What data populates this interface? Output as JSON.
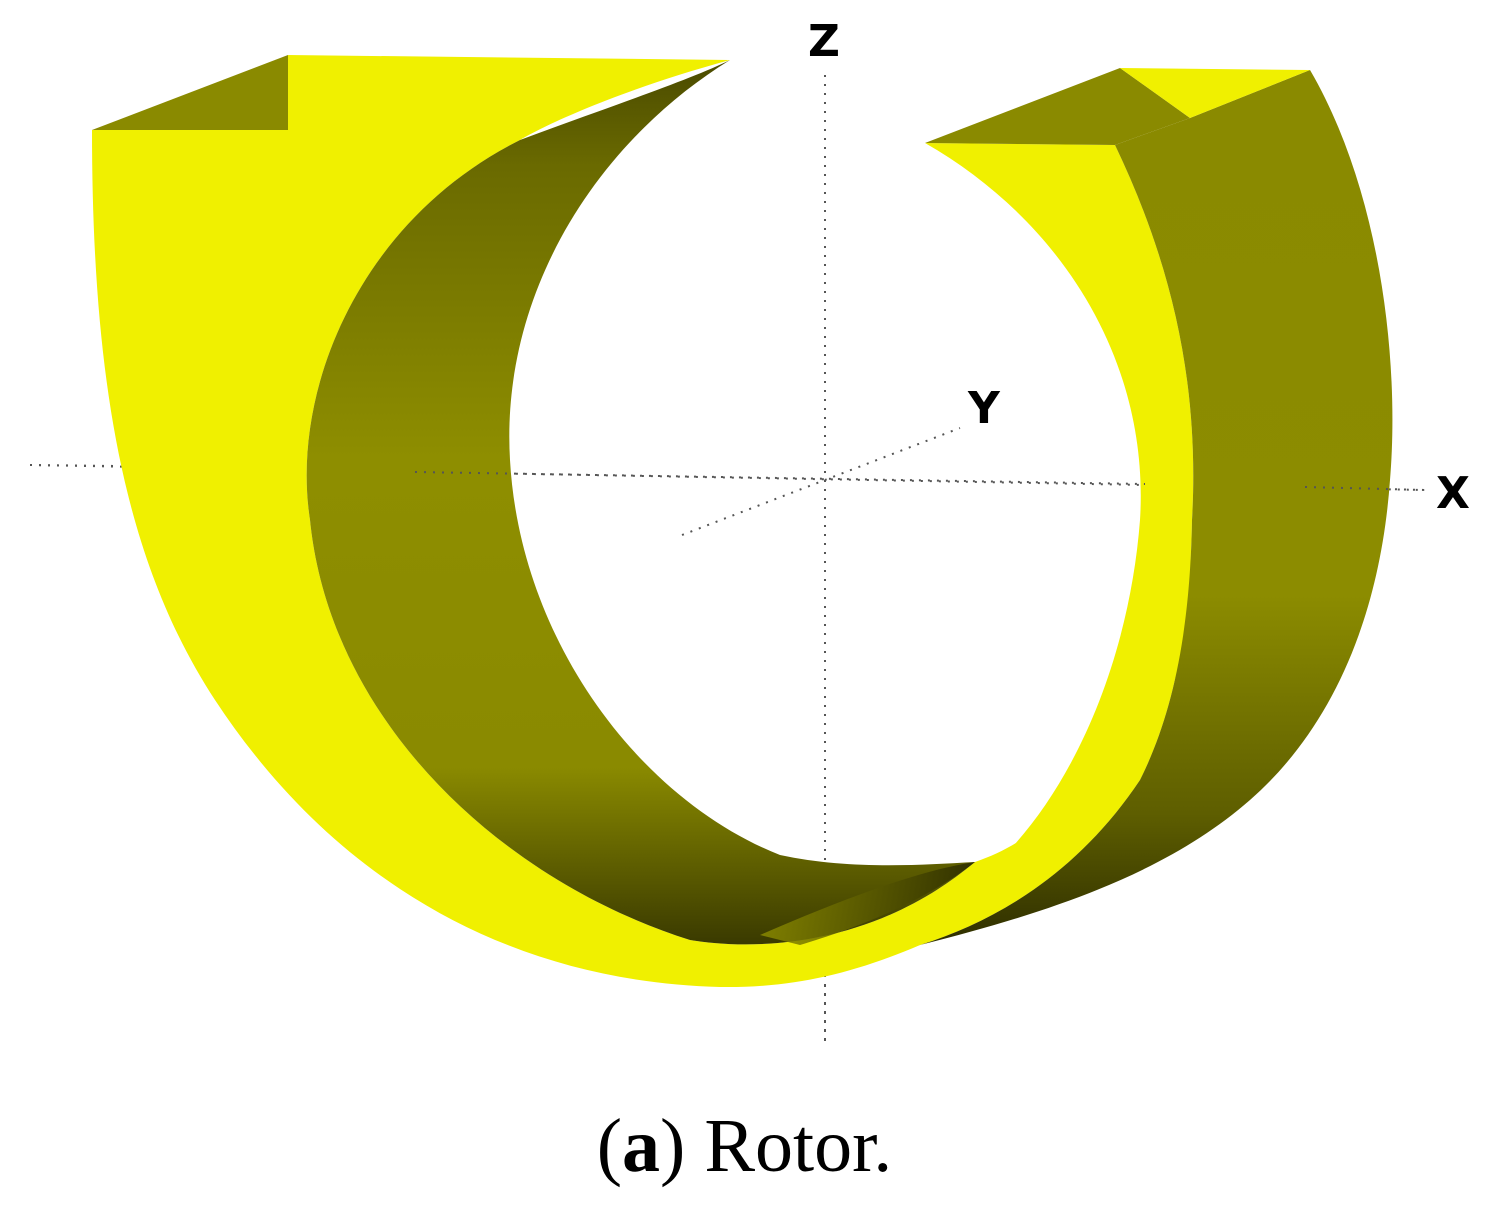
{
  "figure": {
    "axes": {
      "x_label": "X",
      "y_label": "Y",
      "z_label": "Z"
    },
    "colors": {
      "yellow_face": "#F0F000",
      "olive_face": "#8C8C00",
      "olive_dark": "#4A4A00",
      "olive_shadow": "#2E2E00"
    }
  },
  "caption": {
    "open_paren": "(",
    "letter": "a",
    "close_paren": ")",
    "text": " Rotor."
  }
}
